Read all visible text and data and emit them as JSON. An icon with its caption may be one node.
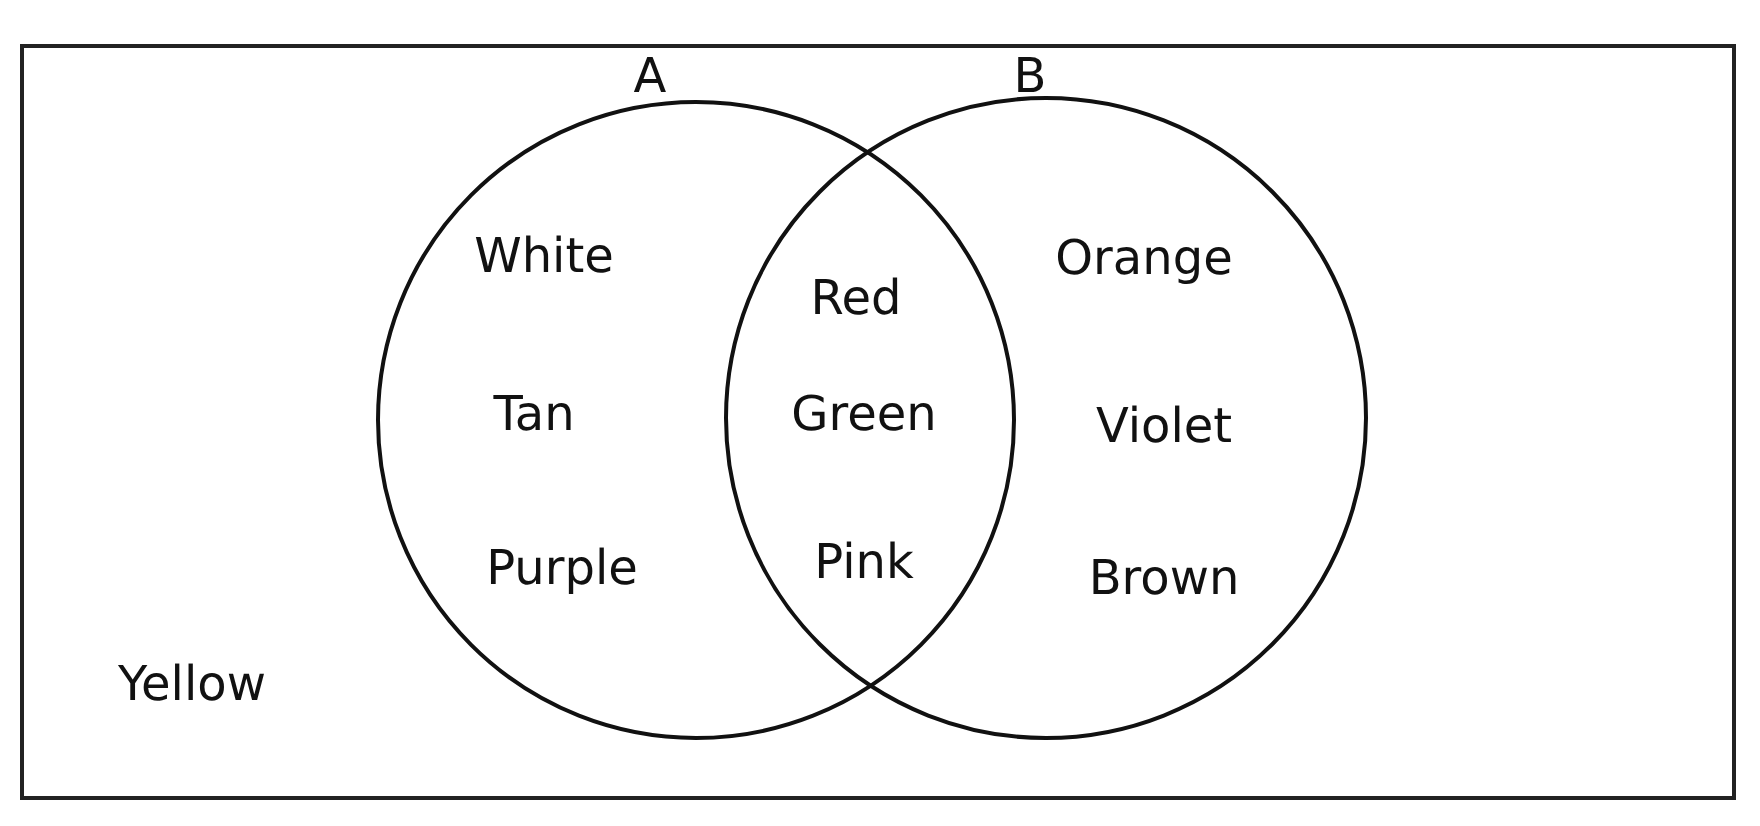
{
  "diagram": {
    "nodes": [
      {
        "text": [
          "Yellow"
        ]
      },
      {
        "text": [
          "A",
          "White",
          "Tan",
          "Purple"
        ],
        "in": 0
      },
      {
        "text": [
          "B",
          "Orange",
          "Violet",
          "Brown"
        ],
        "in": 0
      }
    ],
    "labels": [
      "Red",
      "Green",
      "Pink"
    ]
  }
}
